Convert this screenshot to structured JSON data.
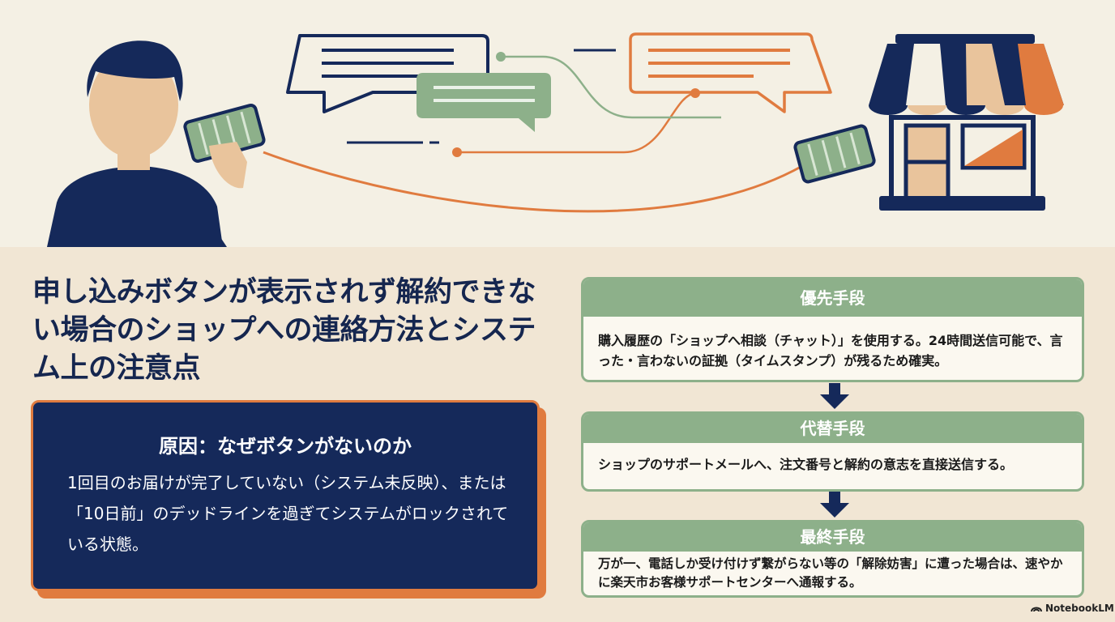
{
  "title": "申し込みボタンが表示されず解約できない場合のショップへの連絡方法とシステム上の注意点",
  "cause": {
    "heading": "原因：なぜボタンがないのか",
    "body": "1回目のお届けが完了していない（システム未反映）、または「10日前」のデッドラインを過ぎてシステムがロックされている状態。"
  },
  "steps": [
    {
      "label": "優先手段",
      "text": "購入履歴の「ショップへ相談（チャット）」を使用する。24時間送信可能で、言った・言わないの証拠（タイムスタンプ）が残るため確実。"
    },
    {
      "label": "代替手段",
      "text": "ショップのサポートメールへ、注文番号と解約の意志を直接送信する。"
    },
    {
      "label": "最終手段",
      "text": "万が一、電話しか受け付けず繋がらない等の「解除妨害」に遭った場合は、速やかに楽天市お客様サポートセンターへ通報する。"
    }
  ],
  "brand": "NotebookLM",
  "icons": [
    "person-with-can-phone-icon",
    "speech-bubble-icon",
    "shop-storefront-icon",
    "down-arrow-icon",
    "notebooklm-logo-icon"
  ],
  "colors": {
    "navy": "#15295a",
    "orange": "#e07b3f",
    "green": "#8db08a",
    "tan": "#e9c49c",
    "cream": "#f4f0e4"
  }
}
